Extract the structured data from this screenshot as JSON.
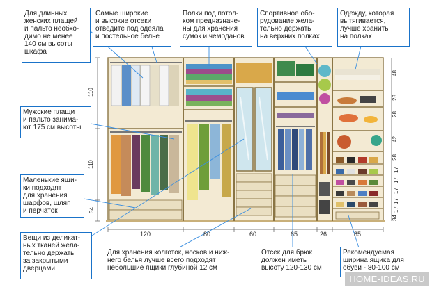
{
  "notes": {
    "long_coats": "Для длинных\nженских плащей\nи пальто необхо-\nдимо не менее\n140 см высоты\nшкафа",
    "wide_high": "Самые широкие\nи высокие отсеки\nотведите под одеяла\nи постельное белье",
    "ceiling_shelves": "Полки под потол-\nком предназначе-\nны для хранения\nсумок и чемоданов",
    "sport": "Спортивное обо-\nрудование жела-\nтельно держать\nна верхних полках",
    "stretch": "Одежду, которая\nвытягивается,\nлучше хранить\nна полках",
    "mens_coats": "Мужские плащи\nи пальто занима-\nют 175 см высоты",
    "small_drawers": "Маленькие ящи-\nки подходят\nдля хранения\nшарфов, шляп\nи перчаток",
    "delicate": "Вещи из деликат-\nных тканей жела-\nтельно держать\nза закрытыми\nдверцами",
    "tights": "Для хранения колготок, носков и ниж-\nнего белья лучше всего подходят\nнебольшие ящики глубиной 12 см",
    "trousers": "Отсек для брюк\nдолжен иметь\nвысоту 120-130 см",
    "shoe_drawer": "Рекомендуемая\nширина ящика для\nобуви - 80-100 см"
  },
  "dimensions": {
    "widths": [
      "120",
      "80",
      "60",
      "65",
      "26",
      "85"
    ],
    "left_heights": [
      "110",
      "110",
      "34"
    ],
    "right_heights": [
      "48",
      "28",
      "28",
      "42",
      "28",
      "17",
      "17",
      "17",
      "17",
      "17",
      "34"
    ]
  },
  "watermark": "HOME-IDEAS.RU",
  "colors": {
    "note_border": "#1a73c9",
    "leader": "#3a8ee0",
    "wood": "#e8d9b4",
    "wood_dark": "#c9b07a",
    "background": "#ffffff"
  }
}
